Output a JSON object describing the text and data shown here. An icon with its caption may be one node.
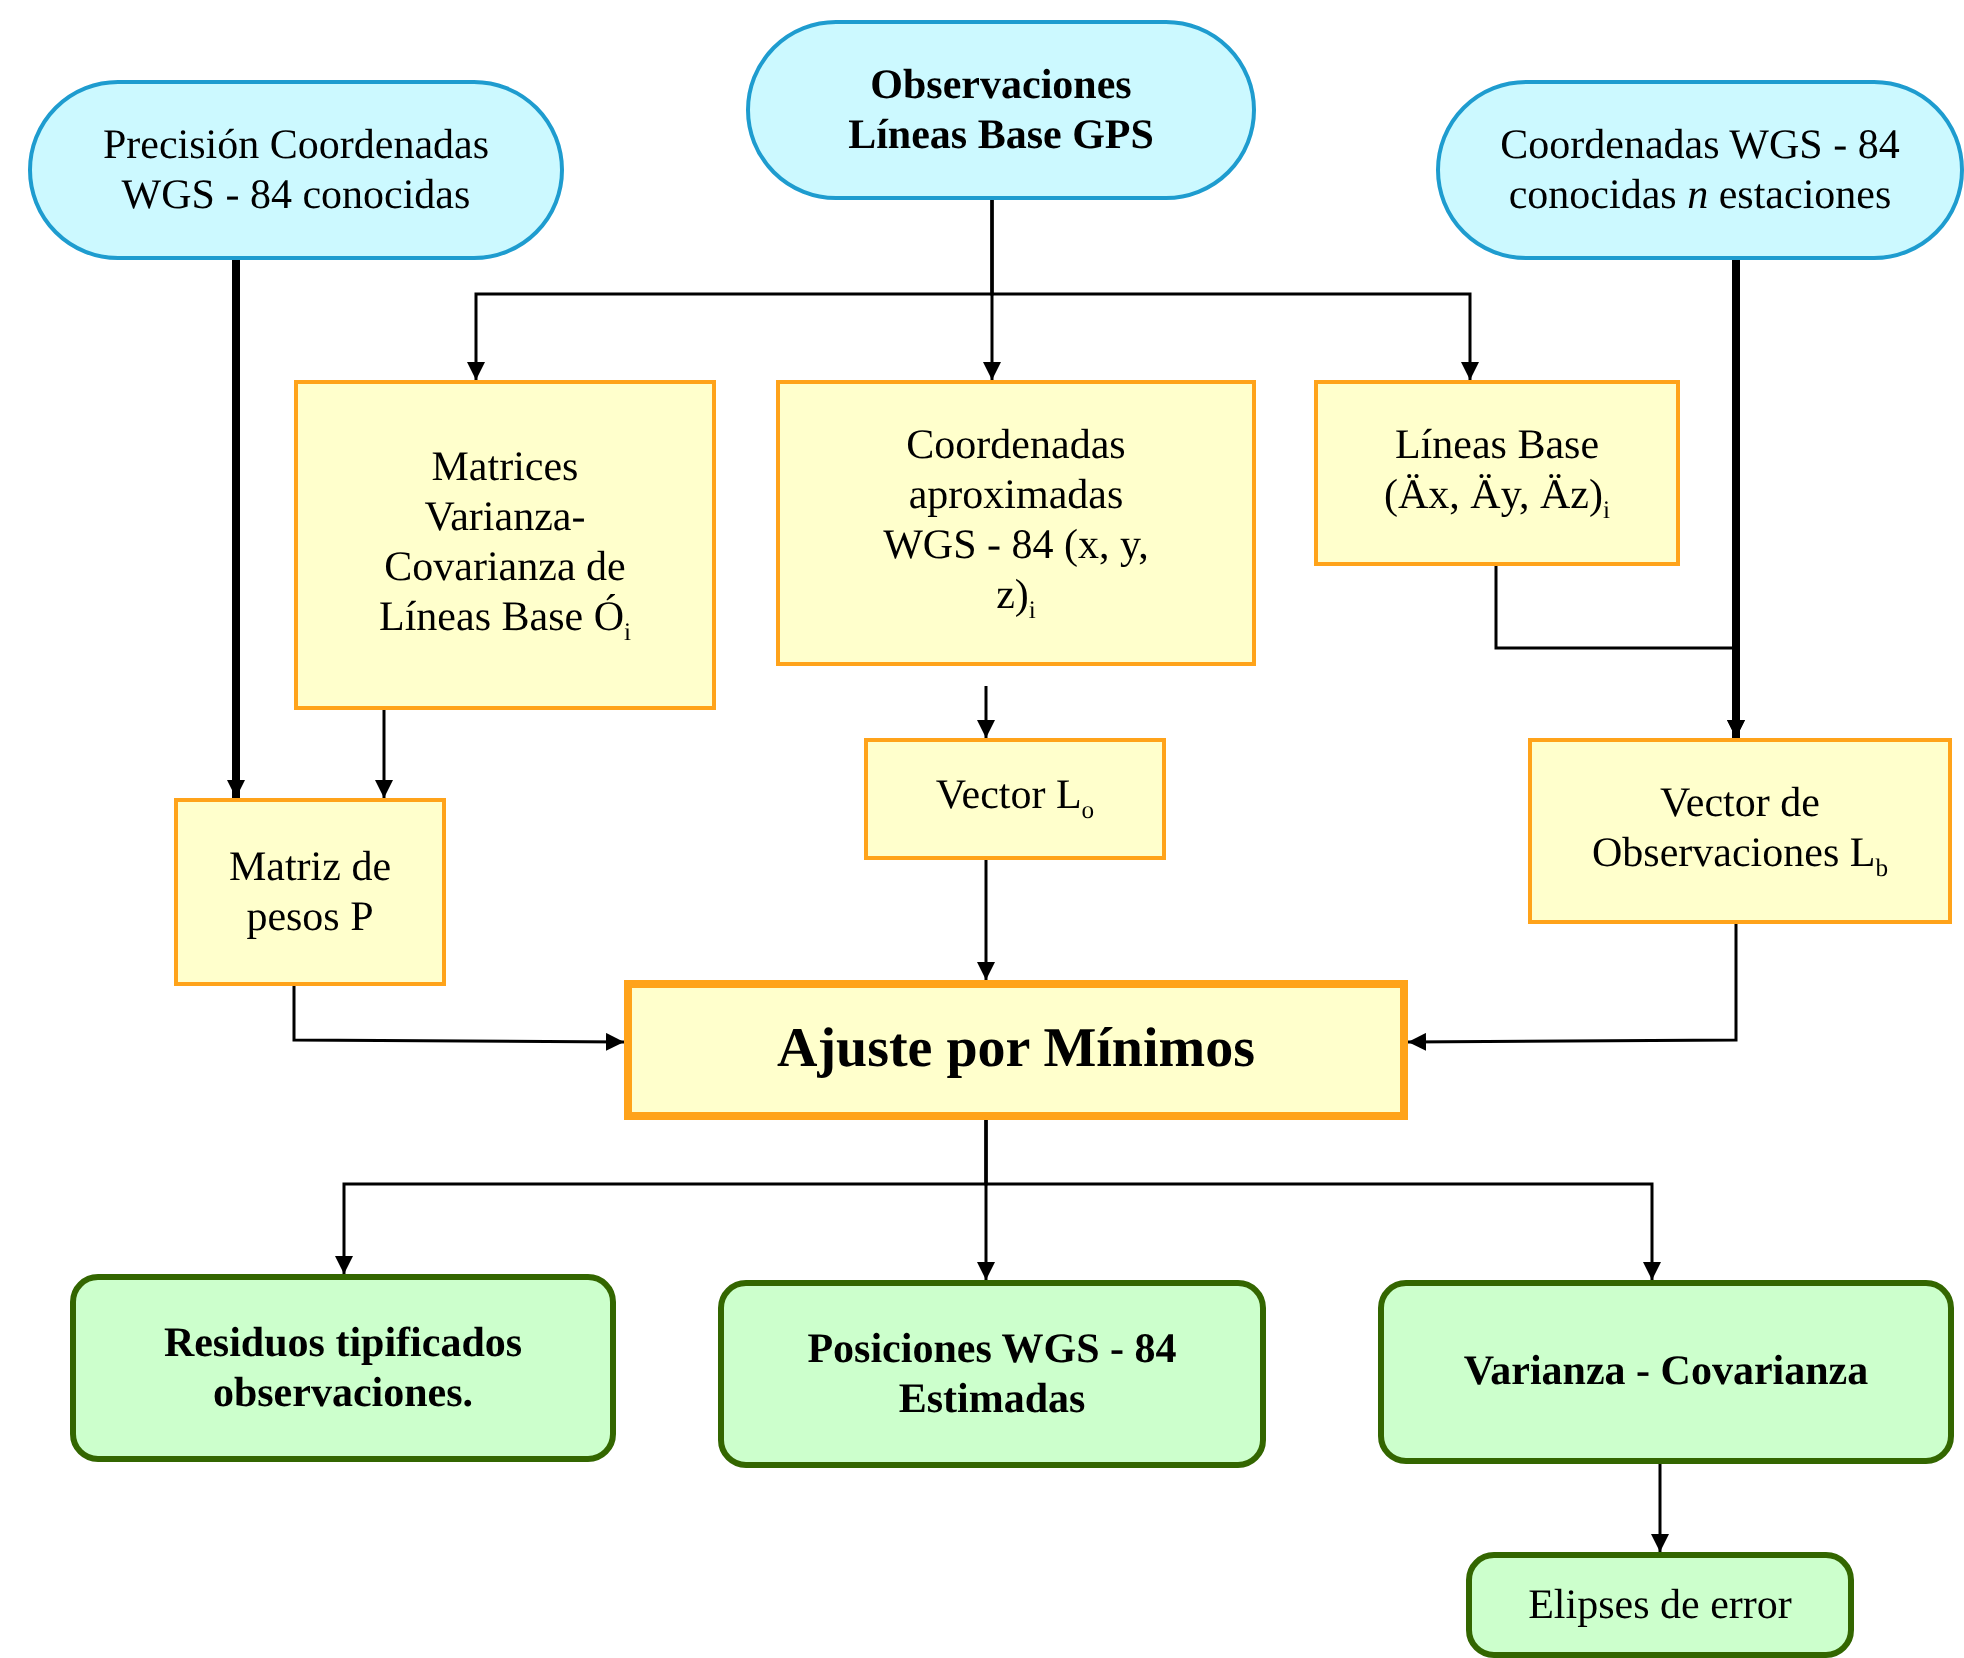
{
  "diagram": {
    "nodes": [
      {
        "text": [
          "Precisión Coordenadas WGS - 84 conocidas"
        ]
      },
      {
        "text": [
          "Observaciones Líneas Base GPS"
        ]
      },
      {
        "text": [
          "Coordenadas WGS - 84 conocidas *n* estaciones"
        ]
      },
      {
        "text": [
          "Matrices Varianza-Covarianza de Líneas Base Ó$_{i}$"
        ]
      },
      {
        "text": [
          "Coordenadas aproximadas WGS - 84 (x, y, z)$_{i}$"
        ]
      },
      {
        "text": [
          "Líneas Base (Äx, Äy, Äz)$_{i}$"
        ]
      },
      {
        "text": [
          "Matriz de pesos P"
        ]
      },
      {
        "text": [
          "Vector L$_{o}$"
        ]
      },
      {
        "text": [
          "Vector de Observaciones L$_{b}$"
        ]
      },
      {
        "text": [
          "Ajuste por Mínimos"
        ]
      },
      {
        "text": [
          "Residuos tipificados observaciones."
        ]
      },
      {
        "text": [
          "Posiciones WGS - 84 Estimadas"
        ]
      },
      {
        "text": [
          "Varianza - Covarianza"
        ]
      },
      {
        "text": [
          "Elipses de error"
        ]
      }
    ],
    "edges": [
      {
        "from": 1,
        "to": 3,
        "arrow": "to"
      },
      {
        "from": 1,
        "to": 4,
        "arrow": "to"
      },
      {
        "from": 1,
        "to": 5,
        "arrow": "to"
      },
      {
        "from": 0,
        "to": 6,
        "arrow": "to",
        "style": "thick"
      },
      {
        "from": 3,
        "to": 6,
        "arrow": "to"
      },
      {
        "from": 4,
        "to": 7,
        "arrow": "to"
      },
      {
        "from": 5,
        "to": 8,
        "arrow": "to"
      },
      {
        "from": 2,
        "to": 8,
        "arrow": "to",
        "style": "thick"
      },
      {
        "from": 6,
        "to": 9,
        "arrow": "to"
      },
      {
        "from": 7,
        "to": 9,
        "arrow": "to"
      },
      {
        "from": 8,
        "to": 9,
        "arrow": "to"
      },
      {
        "from": 9,
        "to": 10,
        "arrow": "to"
      },
      {
        "from": 9,
        "to": 11,
        "arrow": "to"
      },
      {
        "from": 9,
        "to": 12,
        "arrow": "to"
      },
      {
        "from": 12,
        "to": 13,
        "arrow": "to"
      }
    ]
  }
}
